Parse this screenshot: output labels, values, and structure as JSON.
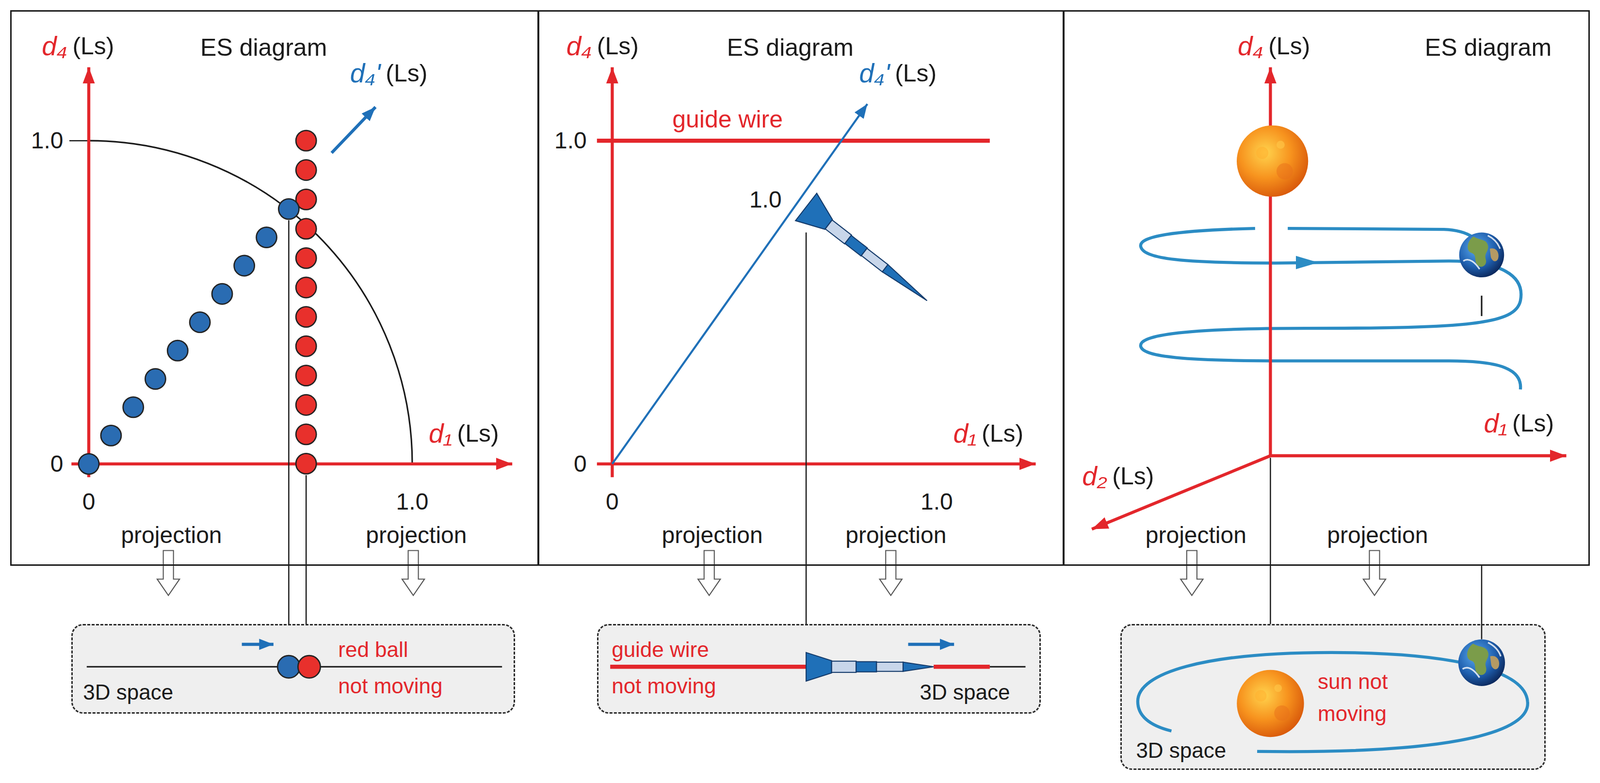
{
  "diagram": {
    "nodes": [
      {
        "text": [
          "ES diagram"
        ]
      },
      {
        "text": [
          "ES diagram"
        ]
      },
      {
        "text": [
          "ES diagram"
        ]
      },
      {
        "text": [
          "red ball not moving",
          "3D space"
        ]
      },
      {
        "text": [
          "guide wire not moving",
          "3D space"
        ]
      },
      {
        "text": [
          "sun not moving",
          "3D space"
        ]
      }
    ],
    "labels": [
      "d₄",
      "(Ls)",
      "d₄'",
      "(Ls)",
      "1.0",
      "0",
      "0",
      "1.0",
      "d₁",
      "(Ls)",
      "projection",
      "projection",
      "d₄",
      "(Ls)",
      "d₄'",
      "(Ls)",
      "guide wire",
      "1.0",
      "1.0",
      "0",
      "0",
      "1.0",
      "d₁",
      "(Ls)",
      "projection",
      "projection",
      "d₄",
      "(Ls)",
      "d₁",
      "(Ls)",
      "d₂",
      "(Ls)",
      "projection",
      "projection"
    ]
  }
}
